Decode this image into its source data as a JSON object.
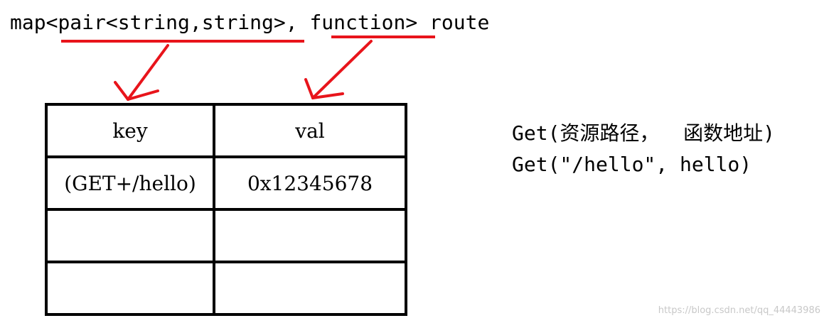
{
  "declaration": {
    "prefix": "map<",
    "pair_type": "pair<string,string>",
    "separator": ", ",
    "function_type": "function",
    "close": ">",
    "variable": " route"
  },
  "table": {
    "headers": [
      "key",
      "val"
    ],
    "rows": [
      [
        "(GET+/hello)",
        "0x12345678"
      ],
      [
        "",
        ""
      ],
      [
        "",
        ""
      ]
    ]
  },
  "notes": {
    "line1": "Get(资源路径，  函数地址)",
    "line2": "Get(\"/hello\", hello)"
  },
  "watermark": "https://blog.csdn.net/qq_44443986",
  "colors": {
    "annotation": "#e8141b",
    "text": "#000000",
    "grid": "#000000"
  }
}
